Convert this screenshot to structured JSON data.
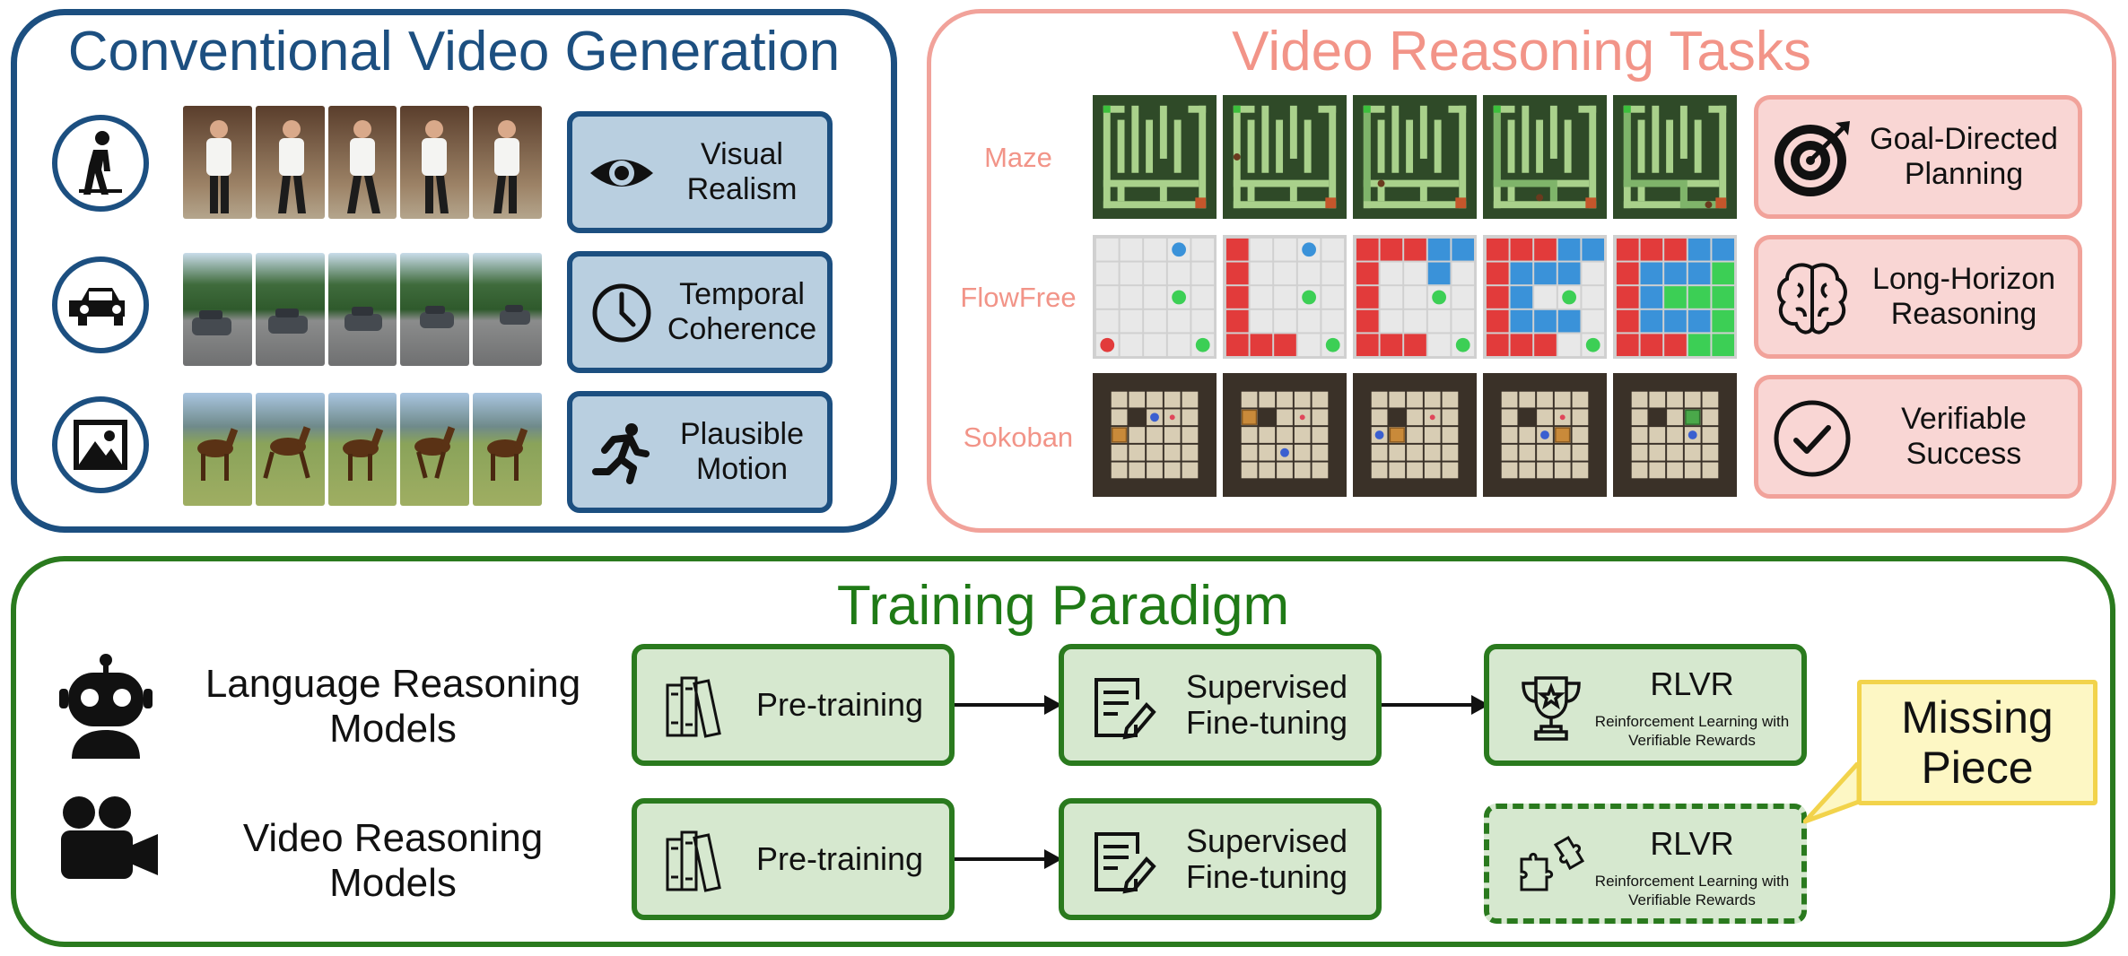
{
  "conventional": {
    "title": "Conventional Video Generation",
    "rows": [
      {
        "icon": "pedestrian-icon",
        "frames": "person-walking"
      },
      {
        "icon": "car-icon",
        "frames": "car-driving"
      },
      {
        "icon": "image-icon",
        "frames": "horse-running"
      }
    ],
    "qualities": [
      {
        "icon": "eye-icon",
        "label": "Visual Realism"
      },
      {
        "icon": "clock-icon",
        "label": "Temporal Coherence"
      },
      {
        "icon": "runner-icon",
        "label": "Plausible Motion"
      }
    ]
  },
  "tasks": {
    "title": "Video Reasoning Tasks",
    "rows": [
      {
        "label": "Maze"
      },
      {
        "label": "FlowFree"
      },
      {
        "label": "Sokoban"
      }
    ],
    "properties": [
      {
        "icon": "target-icon",
        "label": "Goal-Directed Planning"
      },
      {
        "icon": "brain-icon",
        "label": "Long-Horizon Reasoning"
      },
      {
        "icon": "check-circle-icon",
        "label": "Verifiable Success"
      }
    ]
  },
  "training": {
    "title": "Training Paradigm",
    "language": {
      "label": "Language Reasoning Models",
      "icon": "robot-icon",
      "stages": [
        {
          "icon": "books-icon",
          "label": "Pre-training"
        },
        {
          "icon": "notepad-pen-icon",
          "label": "Supervised Fine-tuning"
        },
        {
          "icon": "trophy-icon",
          "label": "RLVR",
          "sub": "Reinforcement Learning with Verifiable Rewards"
        }
      ]
    },
    "video": {
      "label": "Video Reasoning Models",
      "icon": "video-camera-icon",
      "stages": [
        {
          "icon": "books-icon",
          "label": "Pre-training"
        },
        {
          "icon": "notepad-pen-icon",
          "label": "Supervised Fine-tuning"
        },
        {
          "icon": "puzzle-icon",
          "label": "RLVR",
          "sub": "Reinforcement Learning with Verifiable Rewards"
        }
      ]
    },
    "callout": "Missing Piece"
  },
  "colors": {
    "conventional": "#1c4f80",
    "tasks": "#f1a29a",
    "training": "#2a7a1e",
    "callout": "#f2d34b"
  }
}
